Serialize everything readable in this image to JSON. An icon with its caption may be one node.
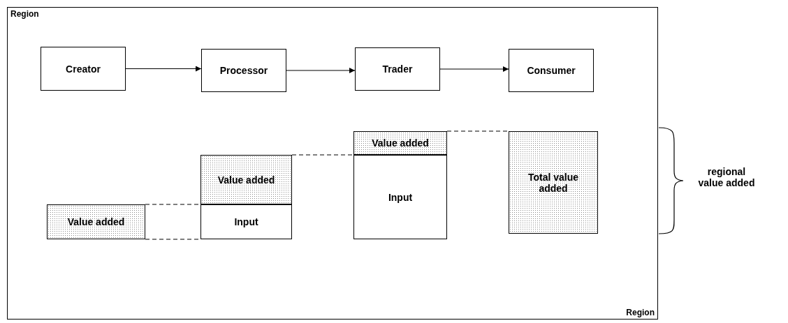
{
  "diagram": {
    "nodes": [
      {
        "text": [
          "Region",
          "Region"
        ]
      },
      {
        "text": [
          "Creator"
        ],
        "in": 0
      },
      {
        "text": [
          "Processor"
        ],
        "in": 0
      },
      {
        "text": [
          "Trader"
        ],
        "in": 0
      },
      {
        "text": [
          "Consumer"
        ],
        "in": 0
      },
      {
        "text": [
          "Value added"
        ],
        "in": 0
      },
      {
        "text": [
          "Value added"
        ],
        "in": 0
      },
      {
        "text": [
          "Input"
        ],
        "in": 0
      },
      {
        "text": [
          "Value added"
        ],
        "in": 0
      },
      {
        "text": [
          "Input"
        ],
        "in": 0
      },
      {
        "text": [
          "Total value added"
        ],
        "in": 0
      }
    ],
    "edges": [
      {
        "from": 1,
        "to": 2,
        "arrow": "to"
      },
      {
        "from": 2,
        "to": 3,
        "arrow": "to"
      },
      {
        "from": 3,
        "to": 4,
        "arrow": "to"
      },
      {
        "from": 5,
        "to": 7,
        "arrow": "none",
        "style": "dashed"
      },
      {
        "from": 5,
        "to": 7,
        "arrow": "none",
        "style": "dashed"
      },
      {
        "from": 6,
        "to": 9,
        "arrow": "none",
        "style": "dashed"
      },
      {
        "from": 8,
        "to": 10,
        "arrow": "none",
        "style": "dashed"
      }
    ],
    "labels": [
      "regional value added"
    ]
  }
}
